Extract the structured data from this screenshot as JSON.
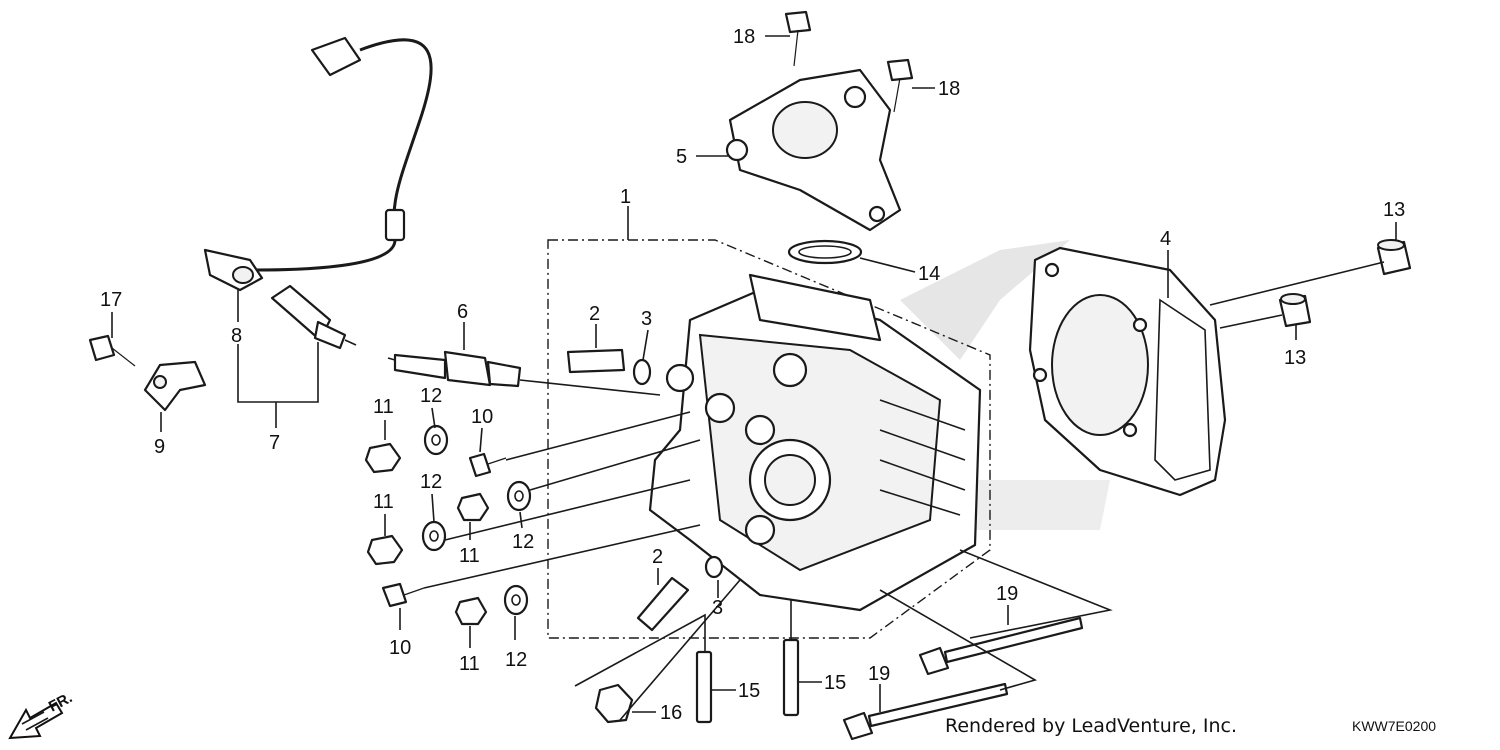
{
  "callouts": [
    {
      "id": "c18a",
      "text": "18"
    },
    {
      "id": "c18b",
      "text": "18"
    },
    {
      "id": "c5",
      "text": "5"
    },
    {
      "id": "c1",
      "text": "1"
    },
    {
      "id": "c13a",
      "text": "13"
    },
    {
      "id": "c13b",
      "text": "13"
    },
    {
      "id": "c4",
      "text": "4"
    },
    {
      "id": "c14",
      "text": "14"
    },
    {
      "id": "c17",
      "text": "17"
    },
    {
      "id": "c8",
      "text": "8"
    },
    {
      "id": "c9",
      "text": "9"
    },
    {
      "id": "c7",
      "text": "7"
    },
    {
      "id": "c6",
      "text": "6"
    },
    {
      "id": "c2a",
      "text": "2"
    },
    {
      "id": "c3a",
      "text": "3"
    },
    {
      "id": "c11a",
      "text": "11"
    },
    {
      "id": "c12a",
      "text": "12"
    },
    {
      "id": "c10a",
      "text": "10"
    },
    {
      "id": "c11b",
      "text": "11"
    },
    {
      "id": "c12b",
      "text": "12"
    },
    {
      "id": "c11c",
      "text": "11"
    },
    {
      "id": "c12c",
      "text": "12"
    },
    {
      "id": "c10b",
      "text": "10"
    },
    {
      "id": "c11d",
      "text": "11"
    },
    {
      "id": "c12d",
      "text": "12"
    },
    {
      "id": "c2b",
      "text": "2"
    },
    {
      "id": "c3b",
      "text": "3"
    },
    {
      "id": "c15a",
      "text": "15"
    },
    {
      "id": "c15b",
      "text": "15"
    },
    {
      "id": "c16",
      "text": "16"
    },
    {
      "id": "c19a",
      "text": "19"
    },
    {
      "id": "c19b",
      "text": "19"
    }
  ],
  "front_arrow_label": "FR.",
  "credit": "Rendered by LeadVenture, Inc.",
  "diagram_code": "KWW7E0200"
}
